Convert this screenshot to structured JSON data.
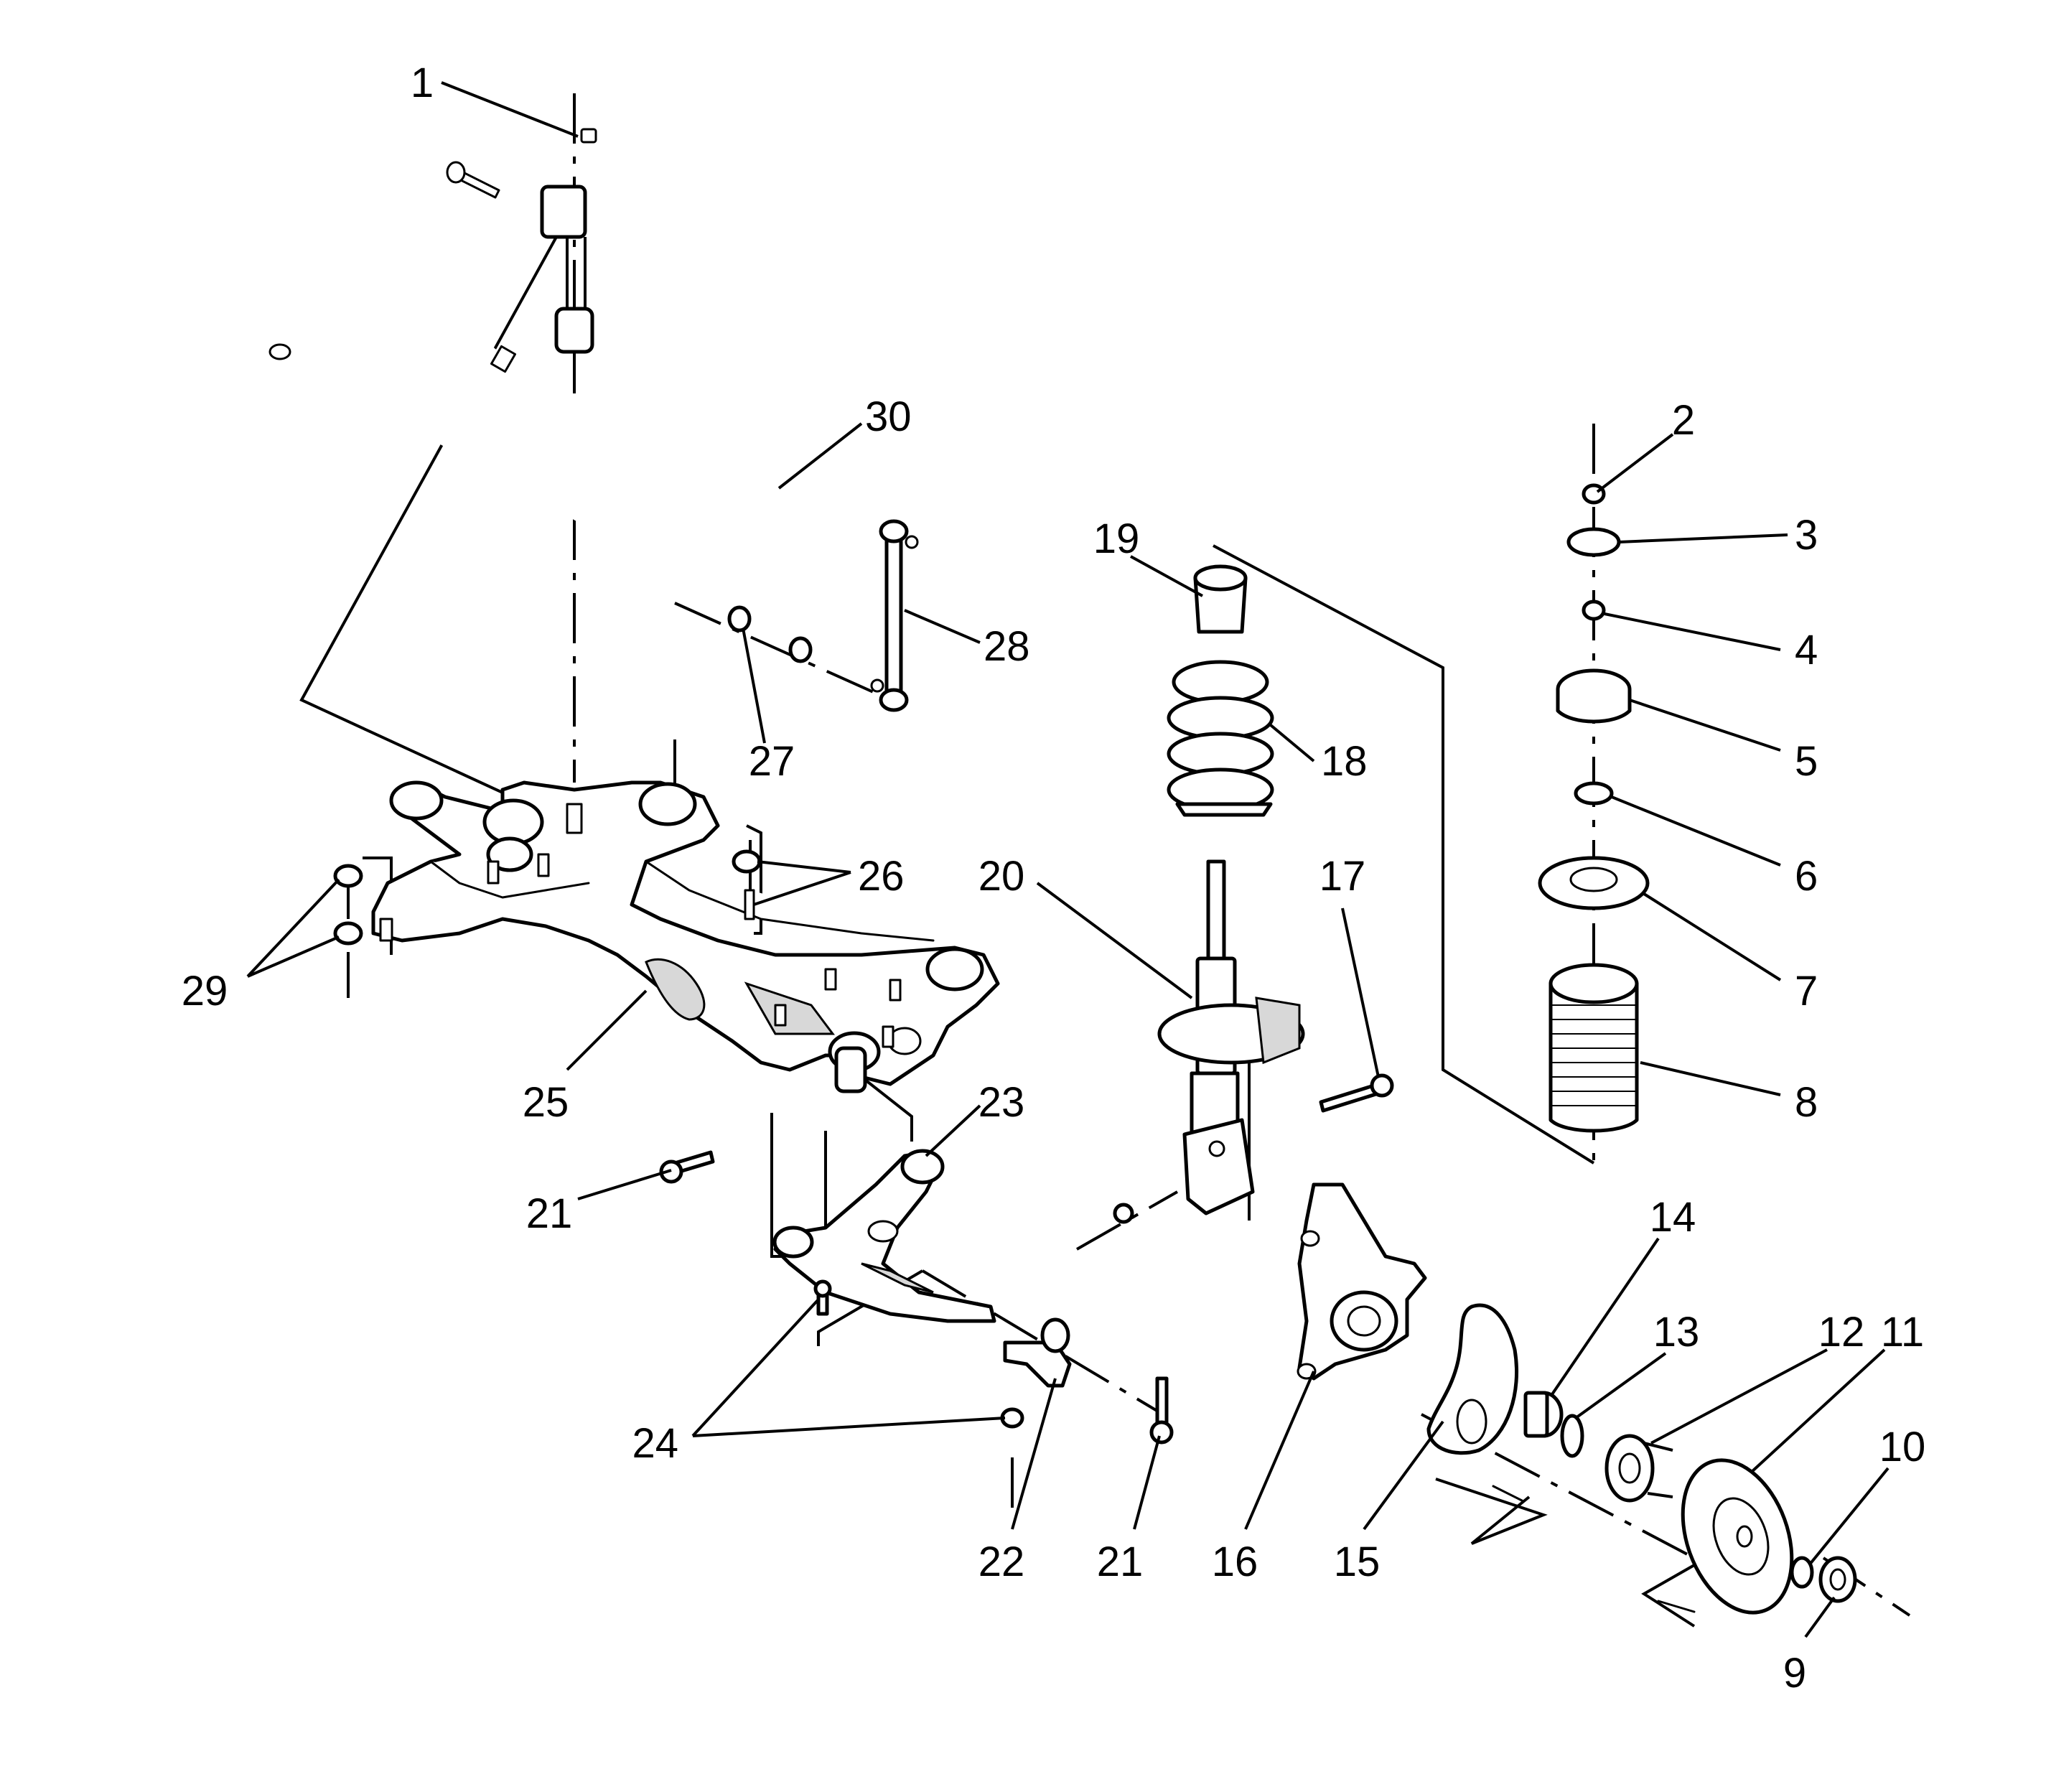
{
  "callouts": [
    {
      "id": "1",
      "label": "1"
    },
    {
      "id": "2",
      "label": "2"
    },
    {
      "id": "3",
      "label": "3"
    },
    {
      "id": "4",
      "label": "4"
    },
    {
      "id": "5",
      "label": "5"
    },
    {
      "id": "6",
      "label": "6"
    },
    {
      "id": "7",
      "label": "7"
    },
    {
      "id": "8",
      "label": "8"
    },
    {
      "id": "9",
      "label": "9"
    },
    {
      "id": "10",
      "label": "10"
    },
    {
      "id": "11",
      "label": "11"
    },
    {
      "id": "12",
      "label": "12"
    },
    {
      "id": "13",
      "label": "13"
    },
    {
      "id": "14",
      "label": "14"
    },
    {
      "id": "15",
      "label": "15"
    },
    {
      "id": "16",
      "label": "16"
    },
    {
      "id": "17",
      "label": "17"
    },
    {
      "id": "18",
      "label": "18"
    },
    {
      "id": "19",
      "label": "19"
    },
    {
      "id": "20",
      "label": "20"
    },
    {
      "id": "21a",
      "label": "21"
    },
    {
      "id": "21b",
      "label": "21"
    },
    {
      "id": "22",
      "label": "22"
    },
    {
      "id": "23",
      "label": "23"
    },
    {
      "id": "24",
      "label": "24"
    },
    {
      "id": "25",
      "label": "25"
    },
    {
      "id": "26",
      "label": "26"
    },
    {
      "id": "27",
      "label": "27"
    },
    {
      "id": "28",
      "label": "28"
    },
    {
      "id": "29",
      "label": "29"
    },
    {
      "id": "30",
      "label": "30"
    }
  ]
}
